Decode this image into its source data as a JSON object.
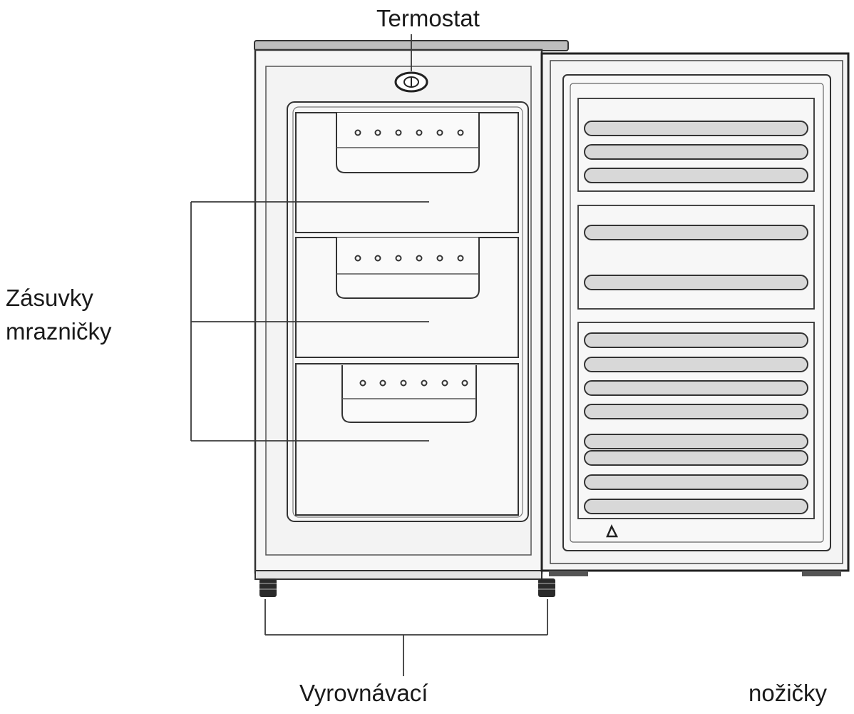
{
  "labels": {
    "thermostat": "Termostat",
    "drawers_line1": "Zásuvky",
    "drawers_line2": "mrazničky",
    "feet_word1": "Vyrovnávací",
    "feet_word2": "nožičky"
  },
  "colors": {
    "line": "#3a3a3a",
    "body_fill": "#f4f4f4",
    "shelf_fill": "#dcdcdc",
    "top_fill": "#bdbdbd"
  }
}
